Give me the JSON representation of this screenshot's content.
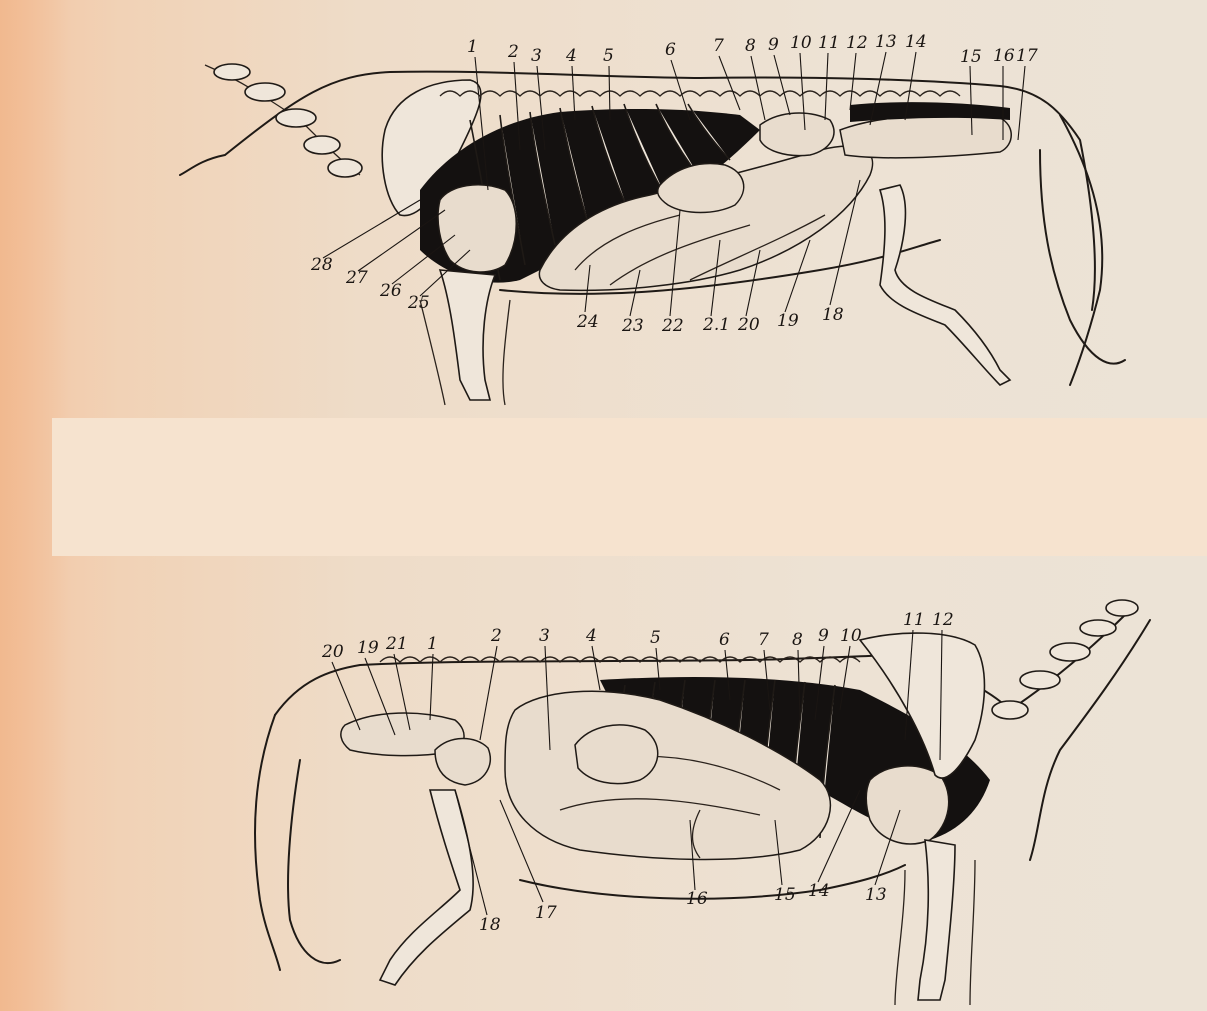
{
  "top_figure": {
    "labels": [
      {
        "id": "t1",
        "text": "1"
      },
      {
        "id": "t2",
        "text": "2"
      },
      {
        "id": "t3",
        "text": "3"
      },
      {
        "id": "t4",
        "text": "4"
      },
      {
        "id": "t5",
        "text": "5"
      },
      {
        "id": "t6",
        "text": "6"
      },
      {
        "id": "t7",
        "text": "7"
      },
      {
        "id": "t8",
        "text": "8"
      },
      {
        "id": "t9",
        "text": "9"
      },
      {
        "id": "t10",
        "text": "10"
      },
      {
        "id": "t11",
        "text": "11"
      },
      {
        "id": "t12",
        "text": "12"
      },
      {
        "id": "t13",
        "text": "13"
      },
      {
        "id": "t14",
        "text": "14"
      },
      {
        "id": "t15",
        "text": "15"
      },
      {
        "id": "t16",
        "text": "16"
      },
      {
        "id": "t17",
        "text": "17"
      },
      {
        "id": "t18",
        "text": "18"
      },
      {
        "id": "t19",
        "text": "19"
      },
      {
        "id": "t20",
        "text": "20"
      },
      {
        "id": "t21",
        "text": "2.1"
      },
      {
        "id": "t22",
        "text": "22"
      },
      {
        "id": "t23",
        "text": "23"
      },
      {
        "id": "t24",
        "text": "24"
      },
      {
        "id": "t25",
        "text": "25"
      },
      {
        "id": "t26",
        "text": "26"
      },
      {
        "id": "t27",
        "text": "27"
      },
      {
        "id": "t28",
        "text": "28"
      }
    ]
  },
  "bottom_figure": {
    "labels": [
      {
        "id": "b1",
        "text": "1"
      },
      {
        "id": "b2",
        "text": "2"
      },
      {
        "id": "b3",
        "text": "3"
      },
      {
        "id": "b4",
        "text": "4"
      },
      {
        "id": "b5",
        "text": "5"
      },
      {
        "id": "b6",
        "text": "6"
      },
      {
        "id": "b7",
        "text": "7"
      },
      {
        "id": "b8",
        "text": "8"
      },
      {
        "id": "b9",
        "text": "9"
      },
      {
        "id": "b10",
        "text": "10"
      },
      {
        "id": "b11",
        "text": "11"
      },
      {
        "id": "b12",
        "text": "12"
      },
      {
        "id": "b13",
        "text": "13"
      },
      {
        "id": "b14",
        "text": "14"
      },
      {
        "id": "b15",
        "text": "15"
      },
      {
        "id": "b16",
        "text": "16"
      },
      {
        "id": "b17",
        "text": "17"
      },
      {
        "id": "b18",
        "text": "18"
      },
      {
        "id": "b19",
        "text": "19"
      },
      {
        "id": "b20",
        "text": "20"
      },
      {
        "id": "b21",
        "text": "21"
      }
    ]
  },
  "colors": {
    "paper": "#ede2d4",
    "ink": "#1a1512",
    "mask_strip": "#f6e3cf"
  }
}
